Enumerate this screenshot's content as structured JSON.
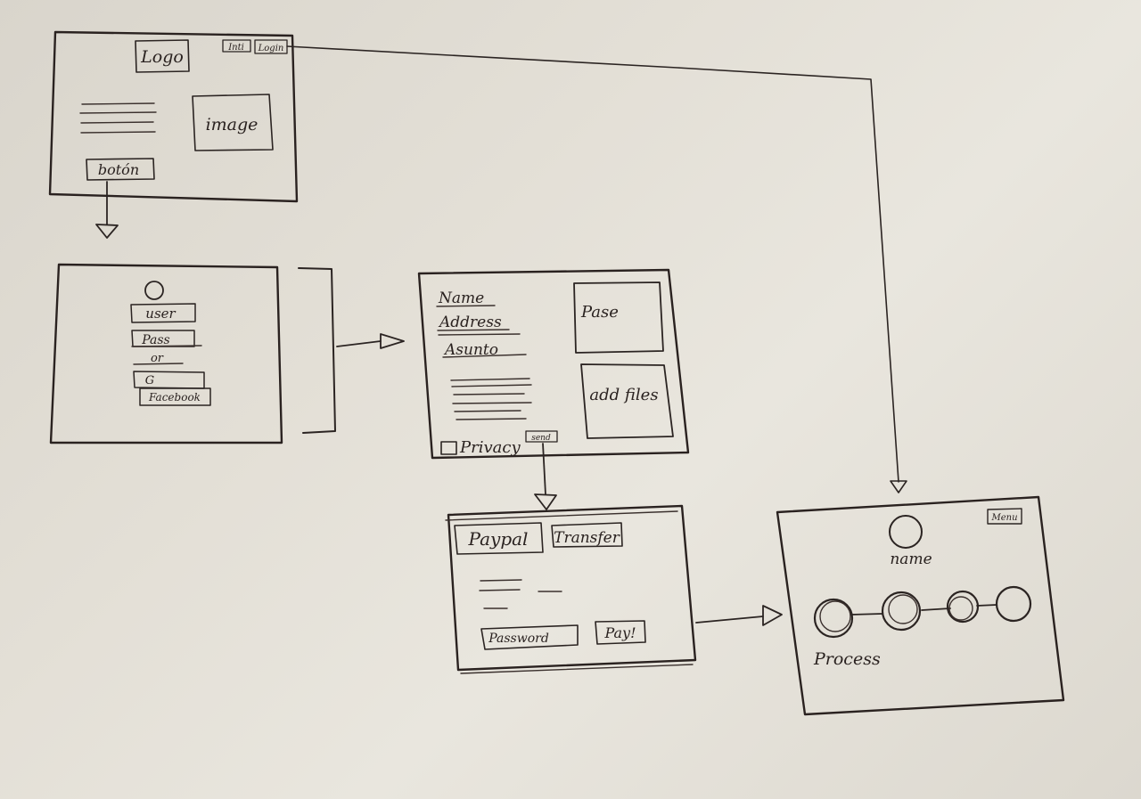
{
  "diagram": {
    "home": {
      "logo": "Logo",
      "nav": [
        "Inti",
        "Login"
      ],
      "image": "image",
      "button": "botón"
    },
    "login": {
      "user": "user",
      "pass": "Pass",
      "or": "or",
      "google": "G",
      "facebook": "Facebook"
    },
    "form": {
      "name": "Name",
      "address": "Address",
      "subject": "Asunto",
      "pase": "Pase",
      "add_files": "add files",
      "privacy": "Privacy",
      "send": "send"
    },
    "payment": {
      "paypal": "Paypal",
      "transfer": "Transfer",
      "password": "Password",
      "pay": "Pay!"
    },
    "progress": {
      "menu": "Menu",
      "name": "name",
      "process": "Process"
    }
  }
}
